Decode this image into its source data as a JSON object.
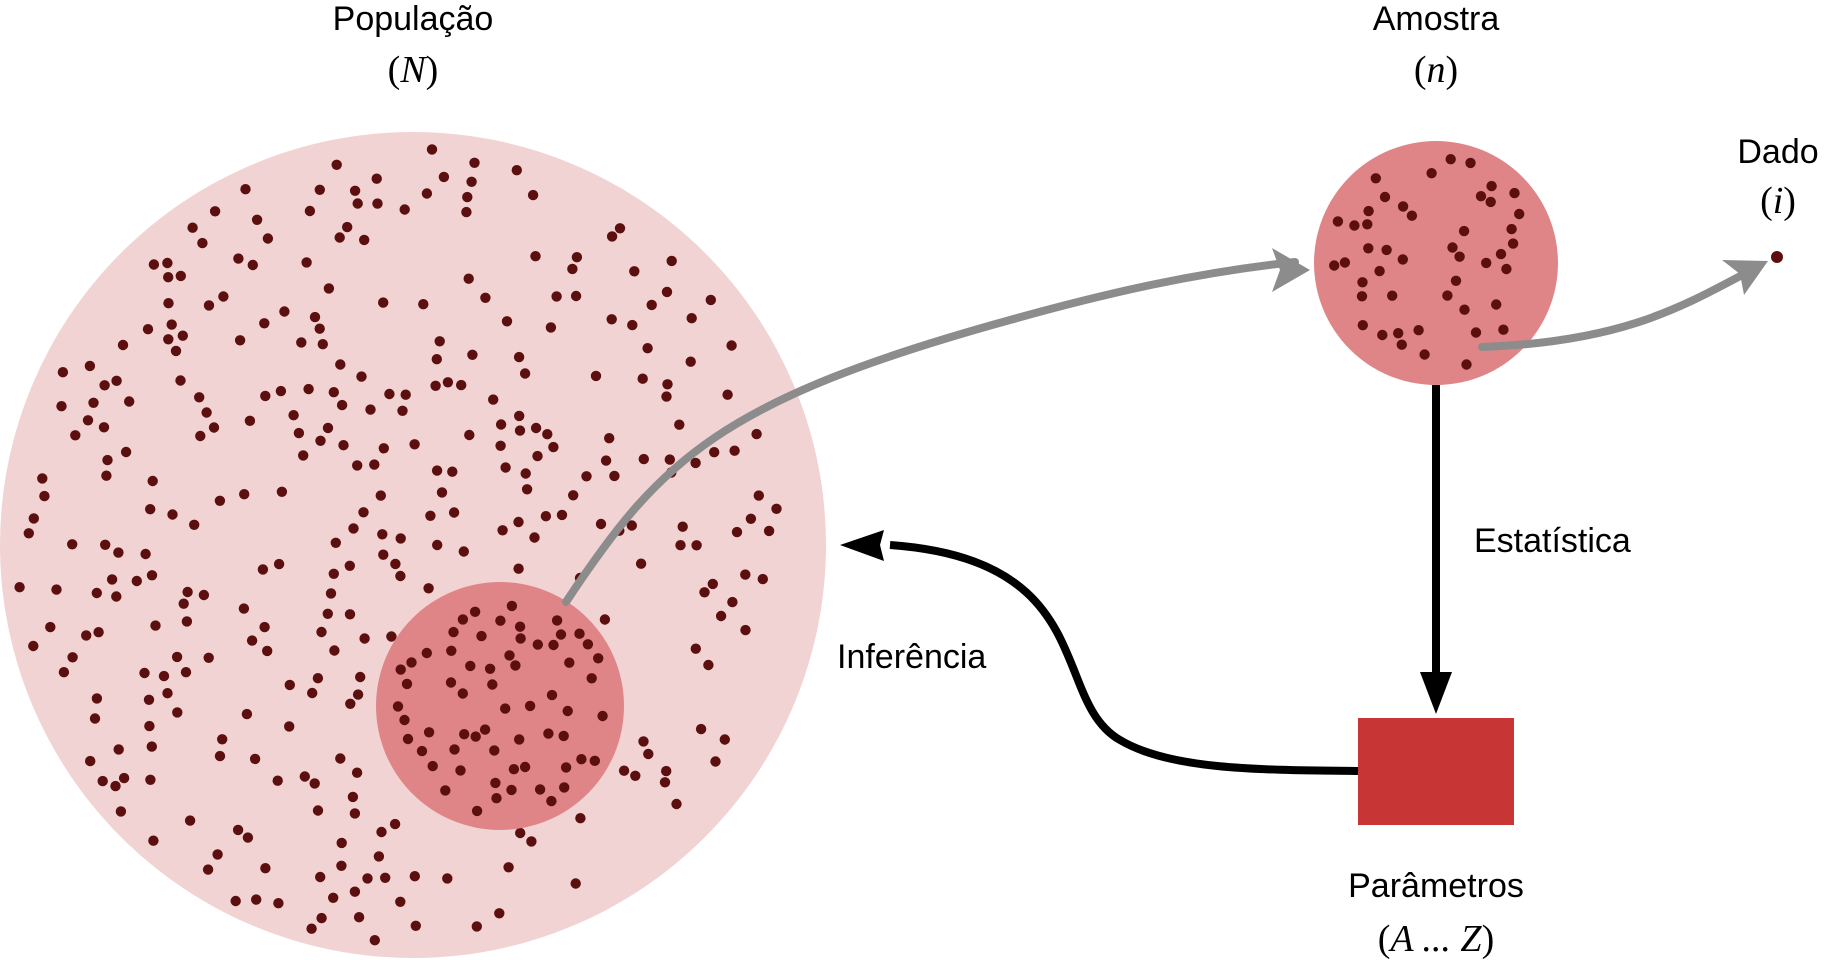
{
  "colors": {
    "population_fill": "#f2d3d3",
    "sample_fill": "#e08587",
    "dot": "#5c0f0f",
    "parameters_box": "#c73535",
    "gray_arrow": "#8c8c8c",
    "black_arrow": "#000000"
  },
  "population": {
    "title": "População",
    "symbol": "N"
  },
  "sample": {
    "title": "Amostra",
    "symbol": "n"
  },
  "datum": {
    "title": "Dado",
    "symbol": "i"
  },
  "parameters": {
    "title": "Parâmetros",
    "symbol": "A ... Z"
  },
  "statistic_label": "Estatística",
  "inference_label": "Inferência"
}
